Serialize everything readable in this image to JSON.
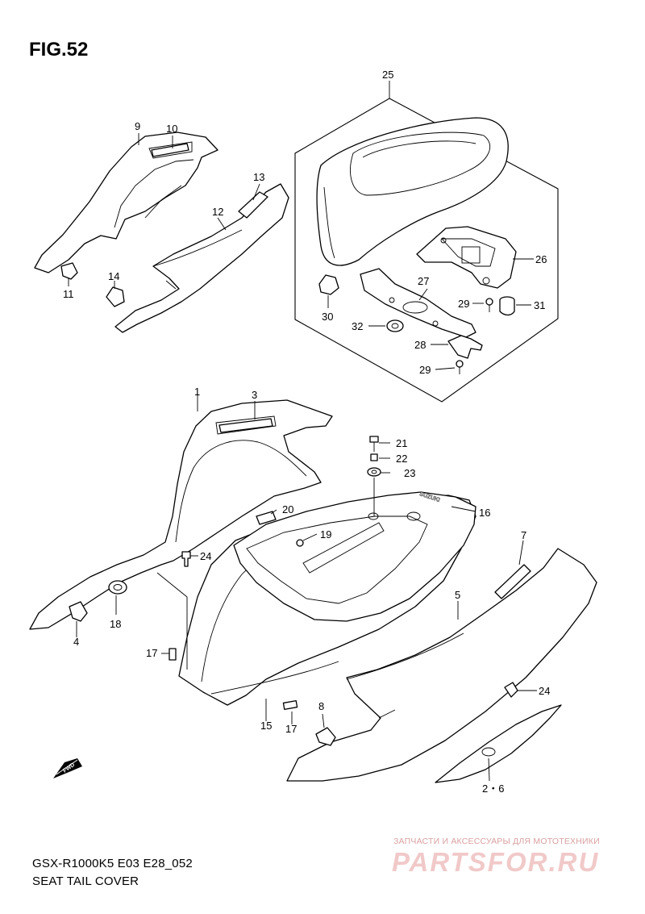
{
  "figure": {
    "title": "FIG.52",
    "model_code": "GSX-R1000K5 E03 E28_052",
    "section_name": "SEAT TAIL COVER"
  },
  "fwd_label": "FWD",
  "callouts": {
    "c1": "1",
    "c2_6": "2・6",
    "c3": "3",
    "c4": "4",
    "c5": "5",
    "c7": "7",
    "c8": "8",
    "c9": "9",
    "c10": "10",
    "c11": "11",
    "c12": "12",
    "c13": "13",
    "c14": "14",
    "c15": "15",
    "c16": "16",
    "c17a": "17",
    "c17b": "17",
    "c18": "18",
    "c19": "19",
    "c20": "20",
    "c21": "21",
    "c22": "22",
    "c23": "23",
    "c24a": "24",
    "c24b": "24",
    "c25": "25",
    "c26": "26",
    "c27": "27",
    "c28": "28",
    "c29a": "29",
    "c29b": "29",
    "c30": "30",
    "c31": "31",
    "c32": "32"
  },
  "part_text": {
    "suzuki_logo": "SUZUKI"
  },
  "watermark": {
    "tagline": "ЗАПЧАСТИ И АКСЕССУАРЫ ДЛЯ МОТОТЕХНИКИ",
    "logo": "PARTSFOR.RU"
  }
}
